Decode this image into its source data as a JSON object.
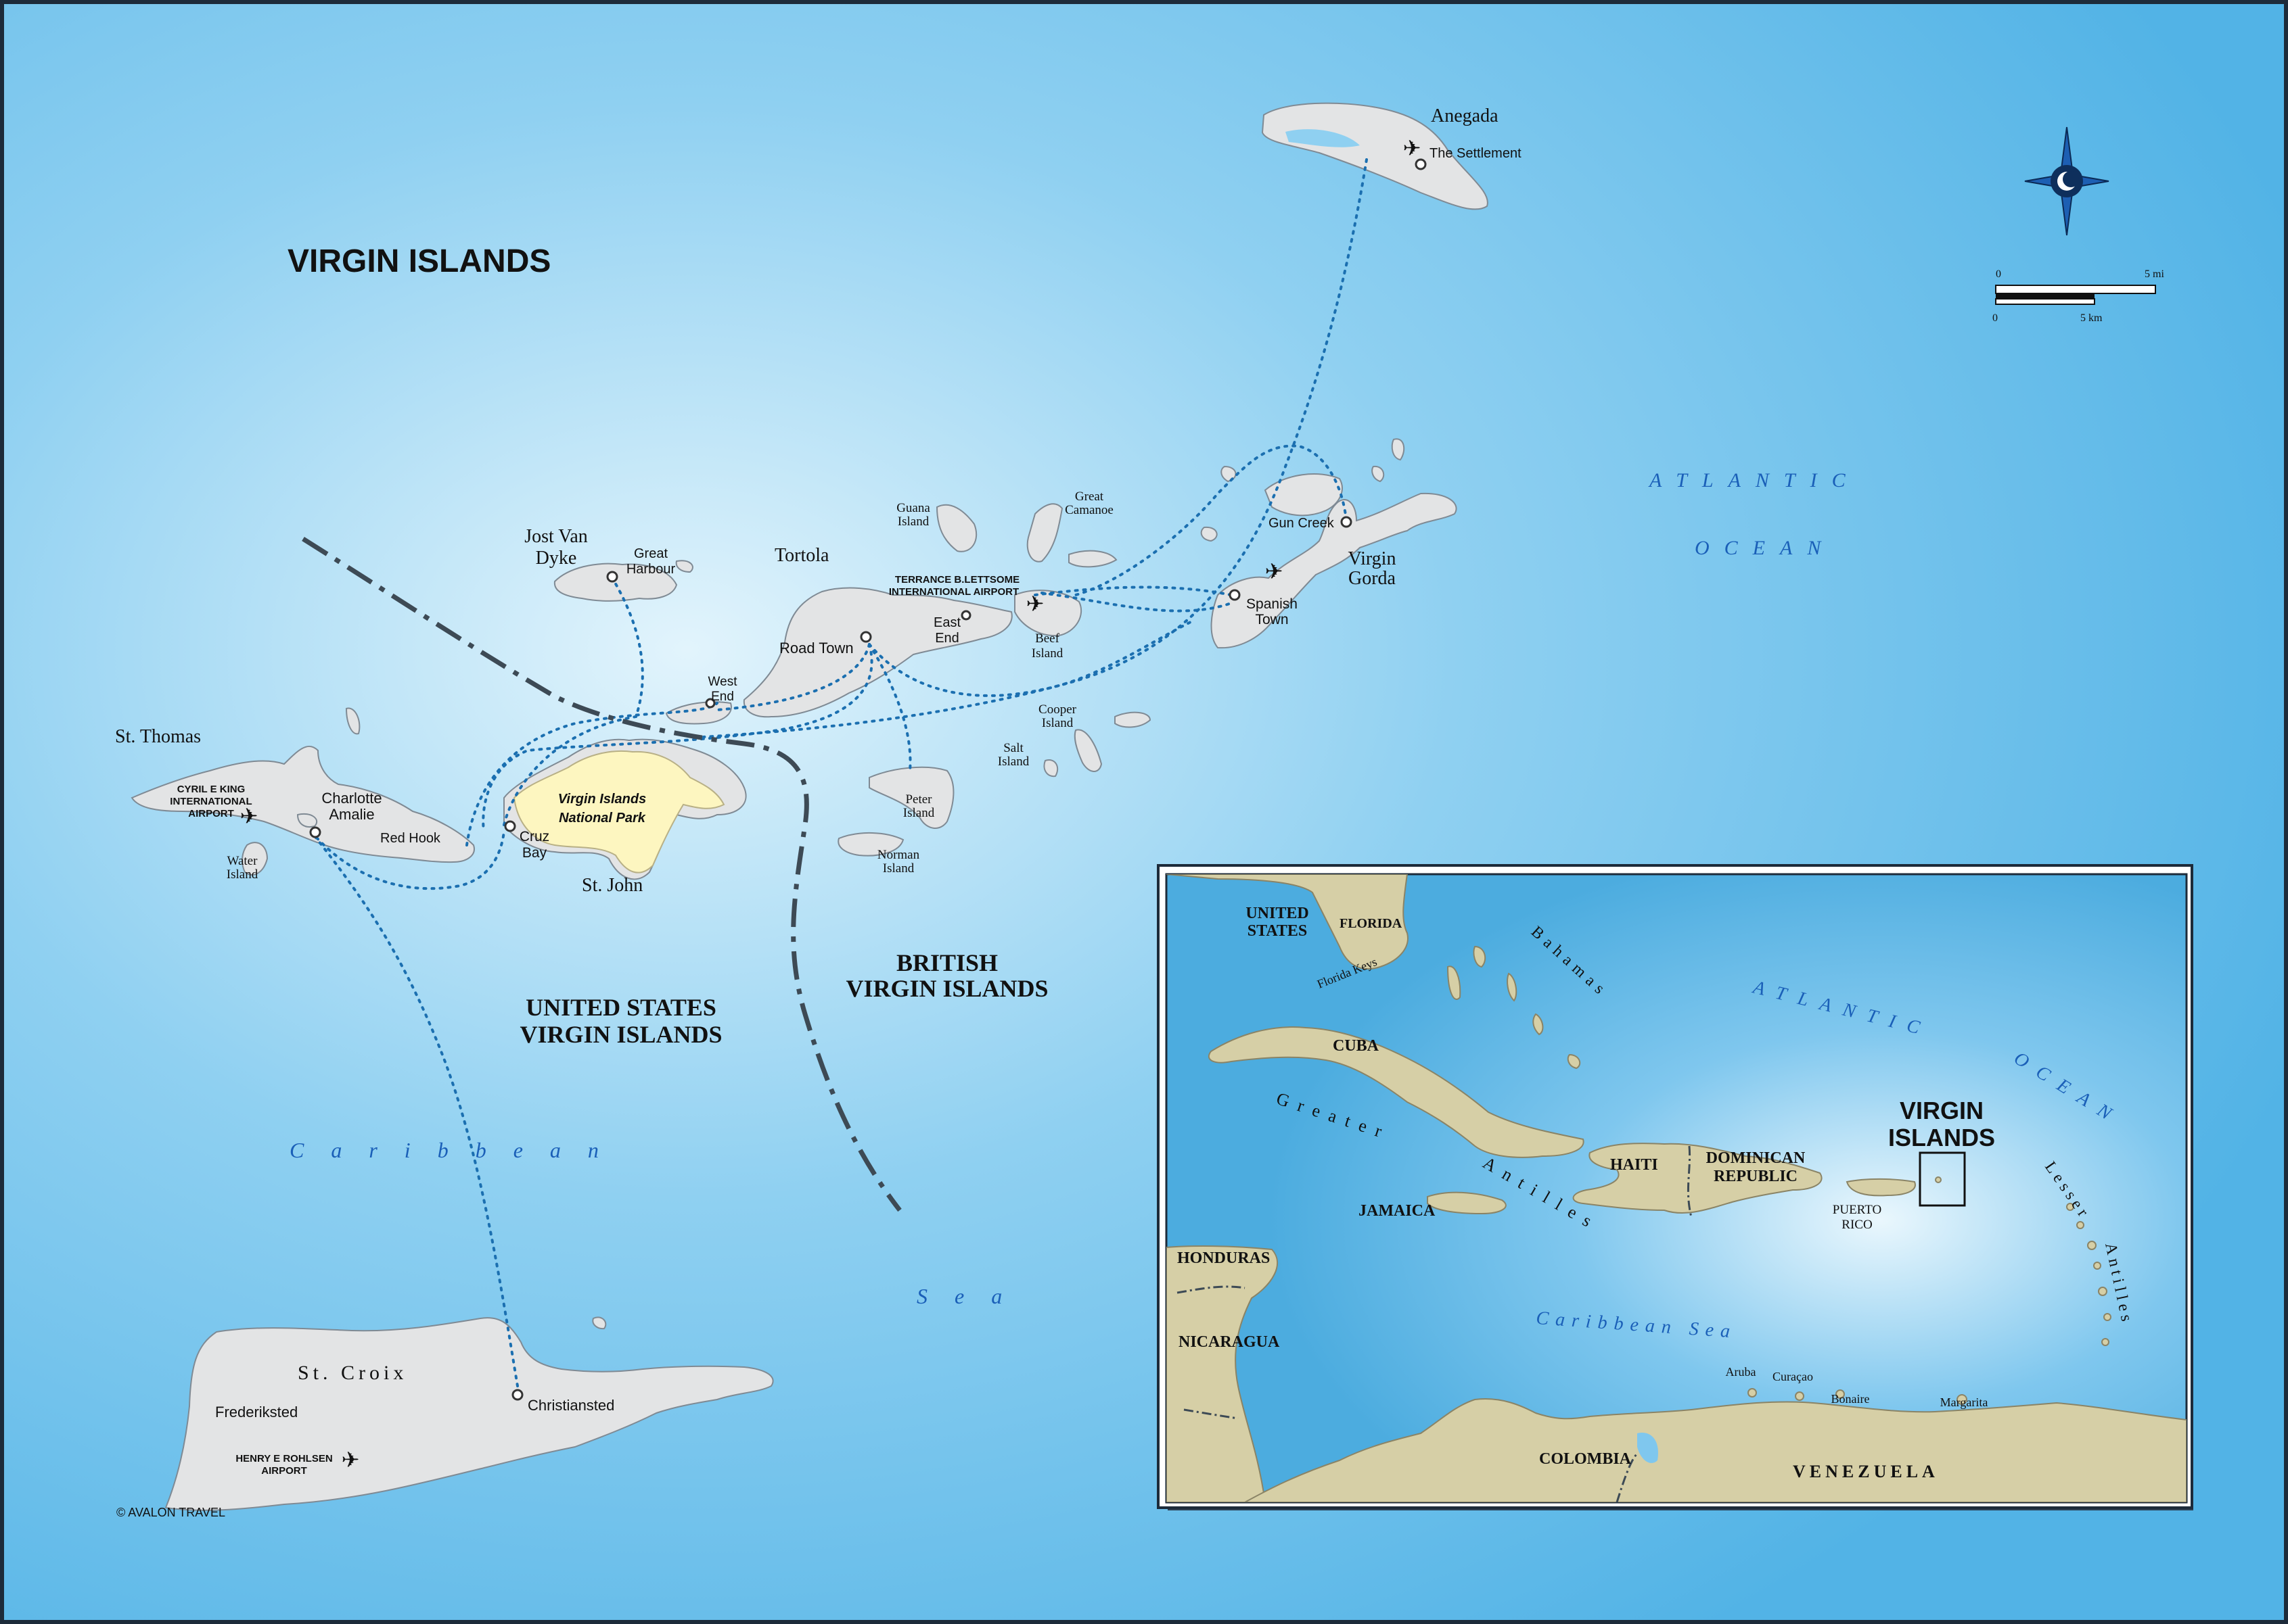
{
  "title": "VIRGIN ISLANDS",
  "copyright": "© AVALON TRAVEL",
  "colors": {
    "sea": "#5bb9e8",
    "land": "#e3e4e5",
    "park": "#fdf6c0",
    "inset_land": "#d6cfa6",
    "route": "#1b6fb0",
    "sea_label": "#1a5fb8"
  },
  "compass": {
    "icon": "compass-rose-icon"
  },
  "scale": {
    "zero_top": "0",
    "miles": "5 mi",
    "zero_bottom": "0",
    "km": "5 km"
  },
  "main_map": {
    "islands": {
      "anegada": "Anegada",
      "st_thomas": "St. Thomas",
      "jost_van_dyke_1": "Jost Van",
      "jost_van_dyke_2": "Dyke",
      "tortola": "Tortola",
      "virgin_gorda_1": "Virgin",
      "virgin_gorda_2": "Gorda",
      "st_john": "St. John",
      "st_croix": "St. Croix",
      "guana_1": "Guana",
      "guana_2": "Island",
      "great_camanoe_1": "Great",
      "great_camanoe_2": "Camanoe",
      "beef_1": "Beef",
      "beef_2": "Island",
      "cooper_1": "Cooper",
      "cooper_2": "Island",
      "salt_1": "Salt",
      "salt_2": "Island",
      "peter_1": "Peter",
      "peter_2": "Island",
      "norman_1": "Norman",
      "norman_2": "Island",
      "water_1": "Water",
      "water_2": "Island"
    },
    "towns": {
      "the_settlement": "The Settlement",
      "gun_creek": "Gun Creek",
      "spanish_town_1": "Spanish",
      "spanish_town_2": "Town",
      "road_town": "Road Town",
      "east_end_1": "East",
      "east_end_2": "End",
      "west_end_1": "West",
      "west_end_2": "End",
      "great_harbour_1": "Great",
      "great_harbour_2": "Harbour",
      "charlotte_amalie_1": "Charlotte",
      "charlotte_amalie_2": "Amalie",
      "red_hook": "Red Hook",
      "cruz_bay_1": "Cruz",
      "cruz_bay_2": "Bay",
      "frederiksted": "Frederiksted",
      "christiansted": "Christiansted"
    },
    "airports": {
      "terrance_1": "TERRANCE B.LETTSOME",
      "terrance_2": "INTERNATIONAL AIRPORT",
      "cyril_1": "CYRIL E KING",
      "cyril_2": "INTERNATIONAL",
      "cyril_3": "AIRPORT",
      "henry_1": "HENRY E ROHLSEN",
      "henry_2": "AIRPORT"
    },
    "park_1": "Virgin Islands",
    "park_2": "National Park",
    "regions": {
      "usvi_1": "UNITED STATES",
      "usvi_2": "VIRGIN ISLANDS",
      "bvi_1": "BRITISH",
      "bvi_2": "VIRGIN ISLANDS"
    },
    "water": {
      "atlantic": "ATLANTIC",
      "ocean": "OCEAN",
      "caribbean": "Caribbean",
      "sea": "Sea"
    }
  },
  "inset_map": {
    "united_states_1": "UNITED",
    "united_states_2": "STATES",
    "florida": "FLORIDA",
    "florida_keys": "Florida Keys",
    "bahamas": "Bahamas",
    "cuba": "CUBA",
    "greater_antilles_1": "Greater",
    "greater_antilles_2": "Antilles",
    "haiti": "HAITI",
    "dominican_1": "DOMINICAN",
    "dominican_2": "REPUBLIC",
    "jamaica": "JAMAICA",
    "puerto_rico_1": "PUERTO",
    "puerto_rico_2": "RICO",
    "virgin_islands_1": "VIRGIN",
    "virgin_islands_2": "ISLANDS",
    "atlantic": "ATLANTIC",
    "ocean": "OCEAN",
    "lesser_antilles_1": "Lesser",
    "lesser_antilles_2": "Antilles",
    "caribbean_sea": "Caribbean Sea",
    "honduras": "HONDURAS",
    "nicaragua": "NICARAGUA",
    "colombia": "COLOMBIA",
    "venezuela": "VENEZUELA",
    "aruba": "Aruba",
    "curacao": "Curaçao",
    "bonaire": "Bonaire",
    "margarita": "Margarita"
  }
}
